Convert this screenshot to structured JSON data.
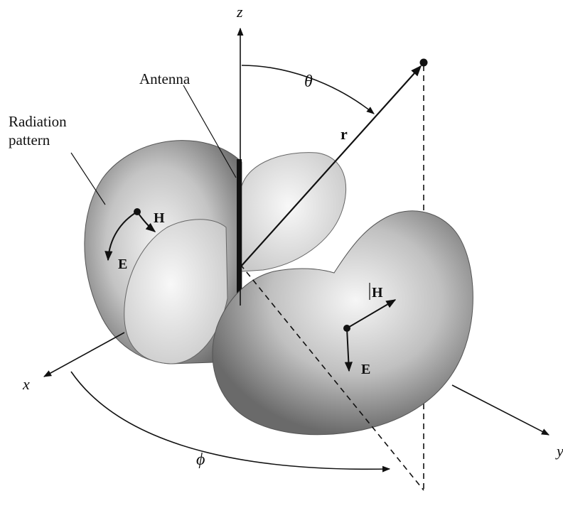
{
  "labels": {
    "z_axis": "z",
    "x_axis": "x",
    "y_axis": "y",
    "theta": "θ",
    "phi": "ϕ",
    "r_vector": "r",
    "antenna": "Antenna",
    "radiation_line1": "Radiation",
    "radiation_line2": "pattern",
    "h_left": "H",
    "e_left": "E",
    "h_right": "H",
    "e_right": "E"
  },
  "colors": {
    "line": "#111111",
    "lobe_light": "#f2f2f2",
    "lobe_mid": "#bdbdbd",
    "lobe_dark": "#6f6f6f",
    "cut_face": "#e6e6e6"
  }
}
